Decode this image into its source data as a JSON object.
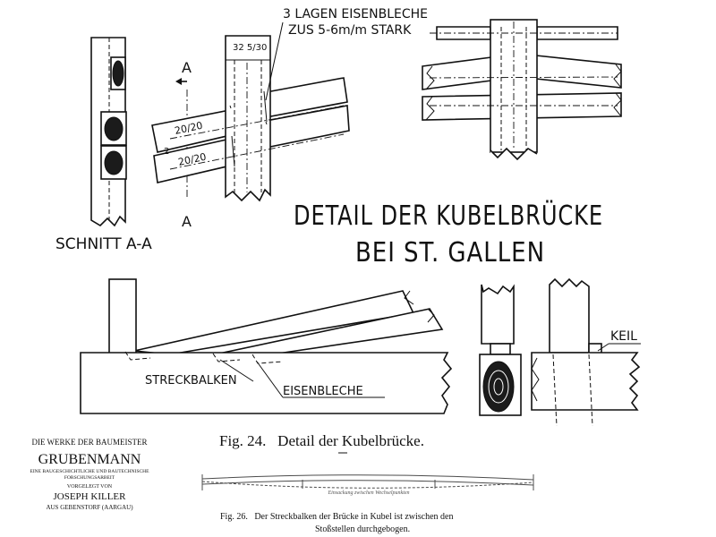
{
  "drawing": {
    "title_line1": "DETAIL DER KUBELBRÜCKE",
    "title_line2": "BEI ST. GALLEN",
    "section_label": "SCHNITT A-A",
    "section_marker": "A",
    "plates_note_line1": "3 LAGEN EISENBLECHE",
    "plates_note_line2": "ZUS 5-6m/m STARK",
    "dim_post": "32 5/30",
    "dim_beam": "20/20",
    "dim_gap": "2",
    "label_streckbalken": "STRECKBALKEN",
    "label_eisenbleche": "EISENBLECHE",
    "label_keil": "KEIL"
  },
  "captions": {
    "fig24": "Fig. 24.   Detail der Kubelbrücke.",
    "fig26_line1": "Fig. 26.   Der Streckbalken der Brücke in Kubel ist zwischen den",
    "fig26_line2": "Stoßstellen durchgebogen.",
    "fig26_inset": "Einsackung zwischen Wechselpunkten"
  },
  "book_stamp": {
    "line1": "DIE WERKE DER BAUMEISTER",
    "line2": "GRUBENMANN",
    "line3": "EINE BAUGESCHICHTLICHE UND BAUTECHNISCHE",
    "line4": "FORSCHUNGSARBEIT",
    "line5": "VORGELEGT VON",
    "line6": "JOSEPH KILLER",
    "line7": "AUS GEBENSTORF (AARGAU)"
  }
}
